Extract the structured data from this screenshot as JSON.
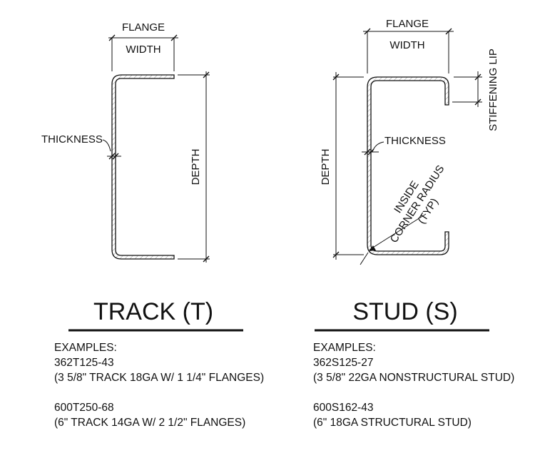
{
  "track": {
    "flange_label": "FLANGE",
    "width_label": "WIDTH",
    "thickness_label": "THICKNESS",
    "depth_label": "DEPTH",
    "title": "TRACK (T)",
    "examples_heading": "EXAMPLES:",
    "examples": [
      {
        "code": "362T125-43",
        "desc": "(3 5/8\" TRACK 18GA W/ 1 1/4\" FLANGES)"
      },
      {
        "code": "600T250-68",
        "desc": "(6\" TRACK 14GA W/ 2 1/2\" FLANGES)"
      }
    ]
  },
  "stud": {
    "flange_label": "FLANGE",
    "width_label": "WIDTH",
    "thickness_label": "THICKNESS",
    "depth_label": "DEPTH",
    "stiffening_lip_label": "STIFFENING LIP",
    "inside_label": "INSIDE",
    "corner_radius_label": "CORNER RADIUS",
    "typ_label": "(TYP)",
    "title": "STUD (S)",
    "examples_heading": "EXAMPLES:",
    "examples": [
      {
        "code": "362S125-27",
        "desc": "(3 5/8\" 22GA NONSTRUCTURAL STUD)"
      },
      {
        "code": "600S162-43",
        "desc": "(6\" 18GA STRUCTURAL STUD)"
      }
    ]
  }
}
